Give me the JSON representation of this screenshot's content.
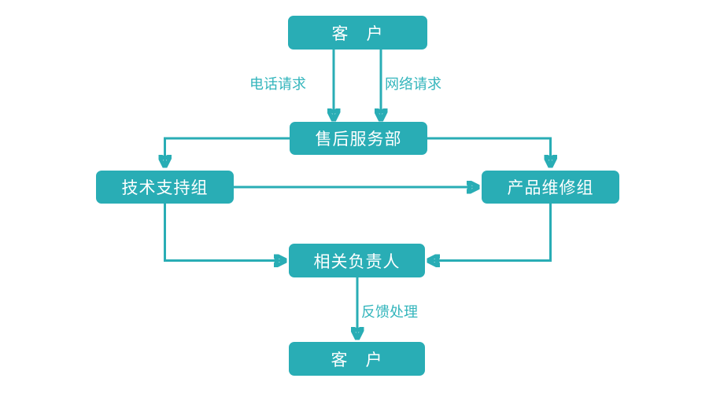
{
  "diagram": {
    "accent_color": "#29adb5",
    "label_color": "#33b5bc",
    "background_color": "#ffffff",
    "nodes": [
      {
        "id": "customer-top",
        "label": "客　户"
      },
      {
        "id": "after-sales",
        "label": "售后服务部"
      },
      {
        "id": "tech-support",
        "label": "技术支持组"
      },
      {
        "id": "product-repair",
        "label": "产品维修组"
      },
      {
        "id": "responsible",
        "label": "相关负责人"
      },
      {
        "id": "customer-bottom",
        "label": "客　户"
      }
    ],
    "edge_labels": [
      {
        "id": "phone-request",
        "text": "电话请求"
      },
      {
        "id": "network-request",
        "text": "网络请求"
      },
      {
        "id": "feedback-process",
        "text": "反馈处理"
      }
    ],
    "edges": [
      {
        "from": "customer-top",
        "to": "after-sales",
        "label": "电话请求"
      },
      {
        "from": "customer-top",
        "to": "after-sales",
        "label": "网络请求"
      },
      {
        "from": "after-sales",
        "to": "tech-support",
        "label": ""
      },
      {
        "from": "after-sales",
        "to": "product-repair",
        "label": ""
      },
      {
        "from": "tech-support",
        "to": "product-repair",
        "label": ""
      },
      {
        "from": "tech-support",
        "to": "responsible",
        "label": ""
      },
      {
        "from": "product-repair",
        "to": "responsible",
        "label": ""
      },
      {
        "from": "responsible",
        "to": "customer-bottom",
        "label": "反馈处理"
      }
    ]
  }
}
